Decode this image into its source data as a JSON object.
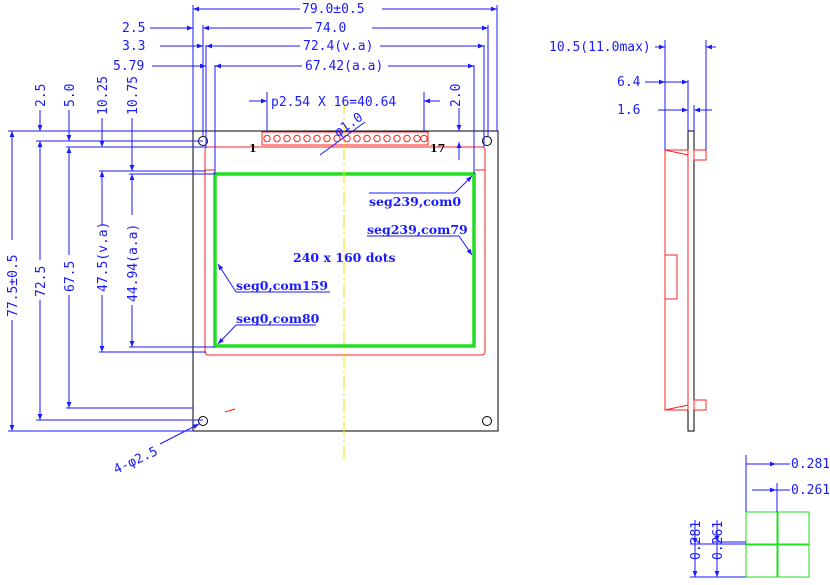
{
  "front": {
    "dim_width_total": "79.0±0.5",
    "dim_width_74": "74.0",
    "dim_width_va": "72.4(v.a)",
    "dim_width_aa": "67.42(a.a)",
    "off_2_5": "2.5",
    "off_3_3": "3.3",
    "off_5_79": "5.79",
    "pitch": "p2.54 X 16=40.64",
    "pitch_offset": "2.0",
    "hole_pin": "φ1.0",
    "pin_first": "1",
    "pin_last": "17",
    "v_2_5": "2.5",
    "v_5_0": "5.0",
    "v_10_25": "10.25",
    "v_10_75": "10.75",
    "height_total": "77.5±0.5",
    "height_72_5": "72.5",
    "height_67_5": "67.5",
    "height_va": "47.5(v.a)",
    "height_aa": "44.94(a.a)",
    "mount_hole": "4-φ2.5",
    "seg_239_com0": "seg239,com0",
    "seg_239_com79": "seg239,com79",
    "resolution": "240  x  160  dots",
    "seg_0_com159": "seg0,com159",
    "seg_0_com80": "seg0,com80"
  },
  "side": {
    "thickness": "10.5(11.0max)",
    "t_6_4": "6.4",
    "t_1_6": "1.6"
  },
  "pixel_detail": {
    "h_0_281": "0.281",
    "h_0_261": "0.261",
    "v_0_281": "0.281",
    "v_0_261": "0.261"
  },
  "colors": {
    "dimension": "#1a1aff",
    "outline": "#000000",
    "bezel": "#ff2020",
    "active_area": "#22dd22",
    "center_line": "#e8e800"
  }
}
